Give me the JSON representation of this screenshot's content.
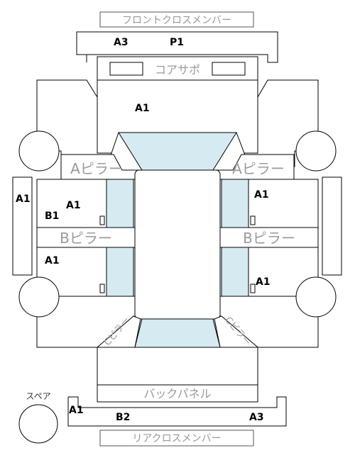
{
  "parts": {
    "front_cross_member": "フロントクロスメンバー",
    "core_support": "コアサポ",
    "a_pillar_left": "Aピラー",
    "a_pillar_right": "Aピラー",
    "b_pillar_left": "Bピラー",
    "b_pillar_right": "Bピラー",
    "back_panel": "バックパネル",
    "rear_cross_member": "リアクロスメンバー",
    "spare": "スペア",
    "c_pillar_left": "Cピラー",
    "c_pillar_right": "Cピラー"
  },
  "grades": {
    "front_member_left": "A3",
    "front_member_right": "P1",
    "hood_area": "A1",
    "left_outer_panel": "A1",
    "left_front_door": "A1",
    "left_front_door_inner": "B1",
    "left_rear_door": "A1",
    "right_front_door": "A1",
    "right_rear_door": "A1",
    "rear_member_left": "A1",
    "rear_member_center": "B2",
    "rear_member_right": "A3"
  },
  "colors": {
    "glass": "#d6eaf2",
    "line": "#000000",
    "label_text": "#9a9a9a"
  }
}
